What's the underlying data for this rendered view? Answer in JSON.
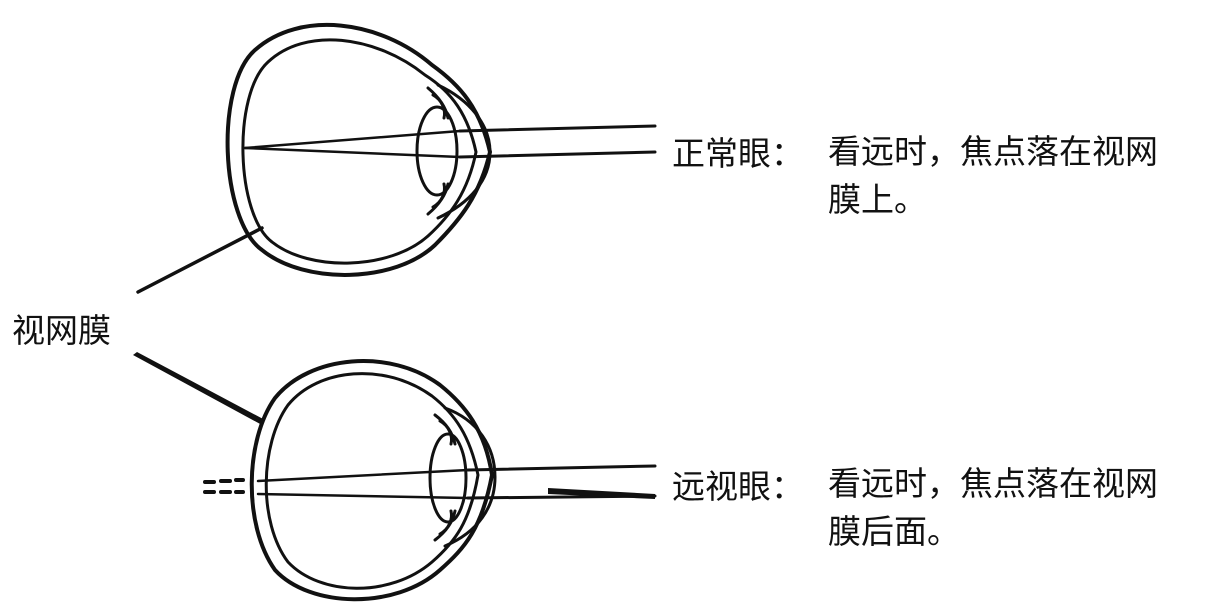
{
  "retina_label": "视网膜",
  "normal_eye": {
    "title": "正常眼：",
    "desc_line1": "看远时，焦点落在视网",
    "desc_line2": "膜上。"
  },
  "hyperopic_eye": {
    "title": "远视眼：",
    "desc_line1": "看远时，焦点落在视网",
    "desc_line2": "膜后面。"
  },
  "colors": {
    "ink": "#111111",
    "background": "#ffffff"
  }
}
